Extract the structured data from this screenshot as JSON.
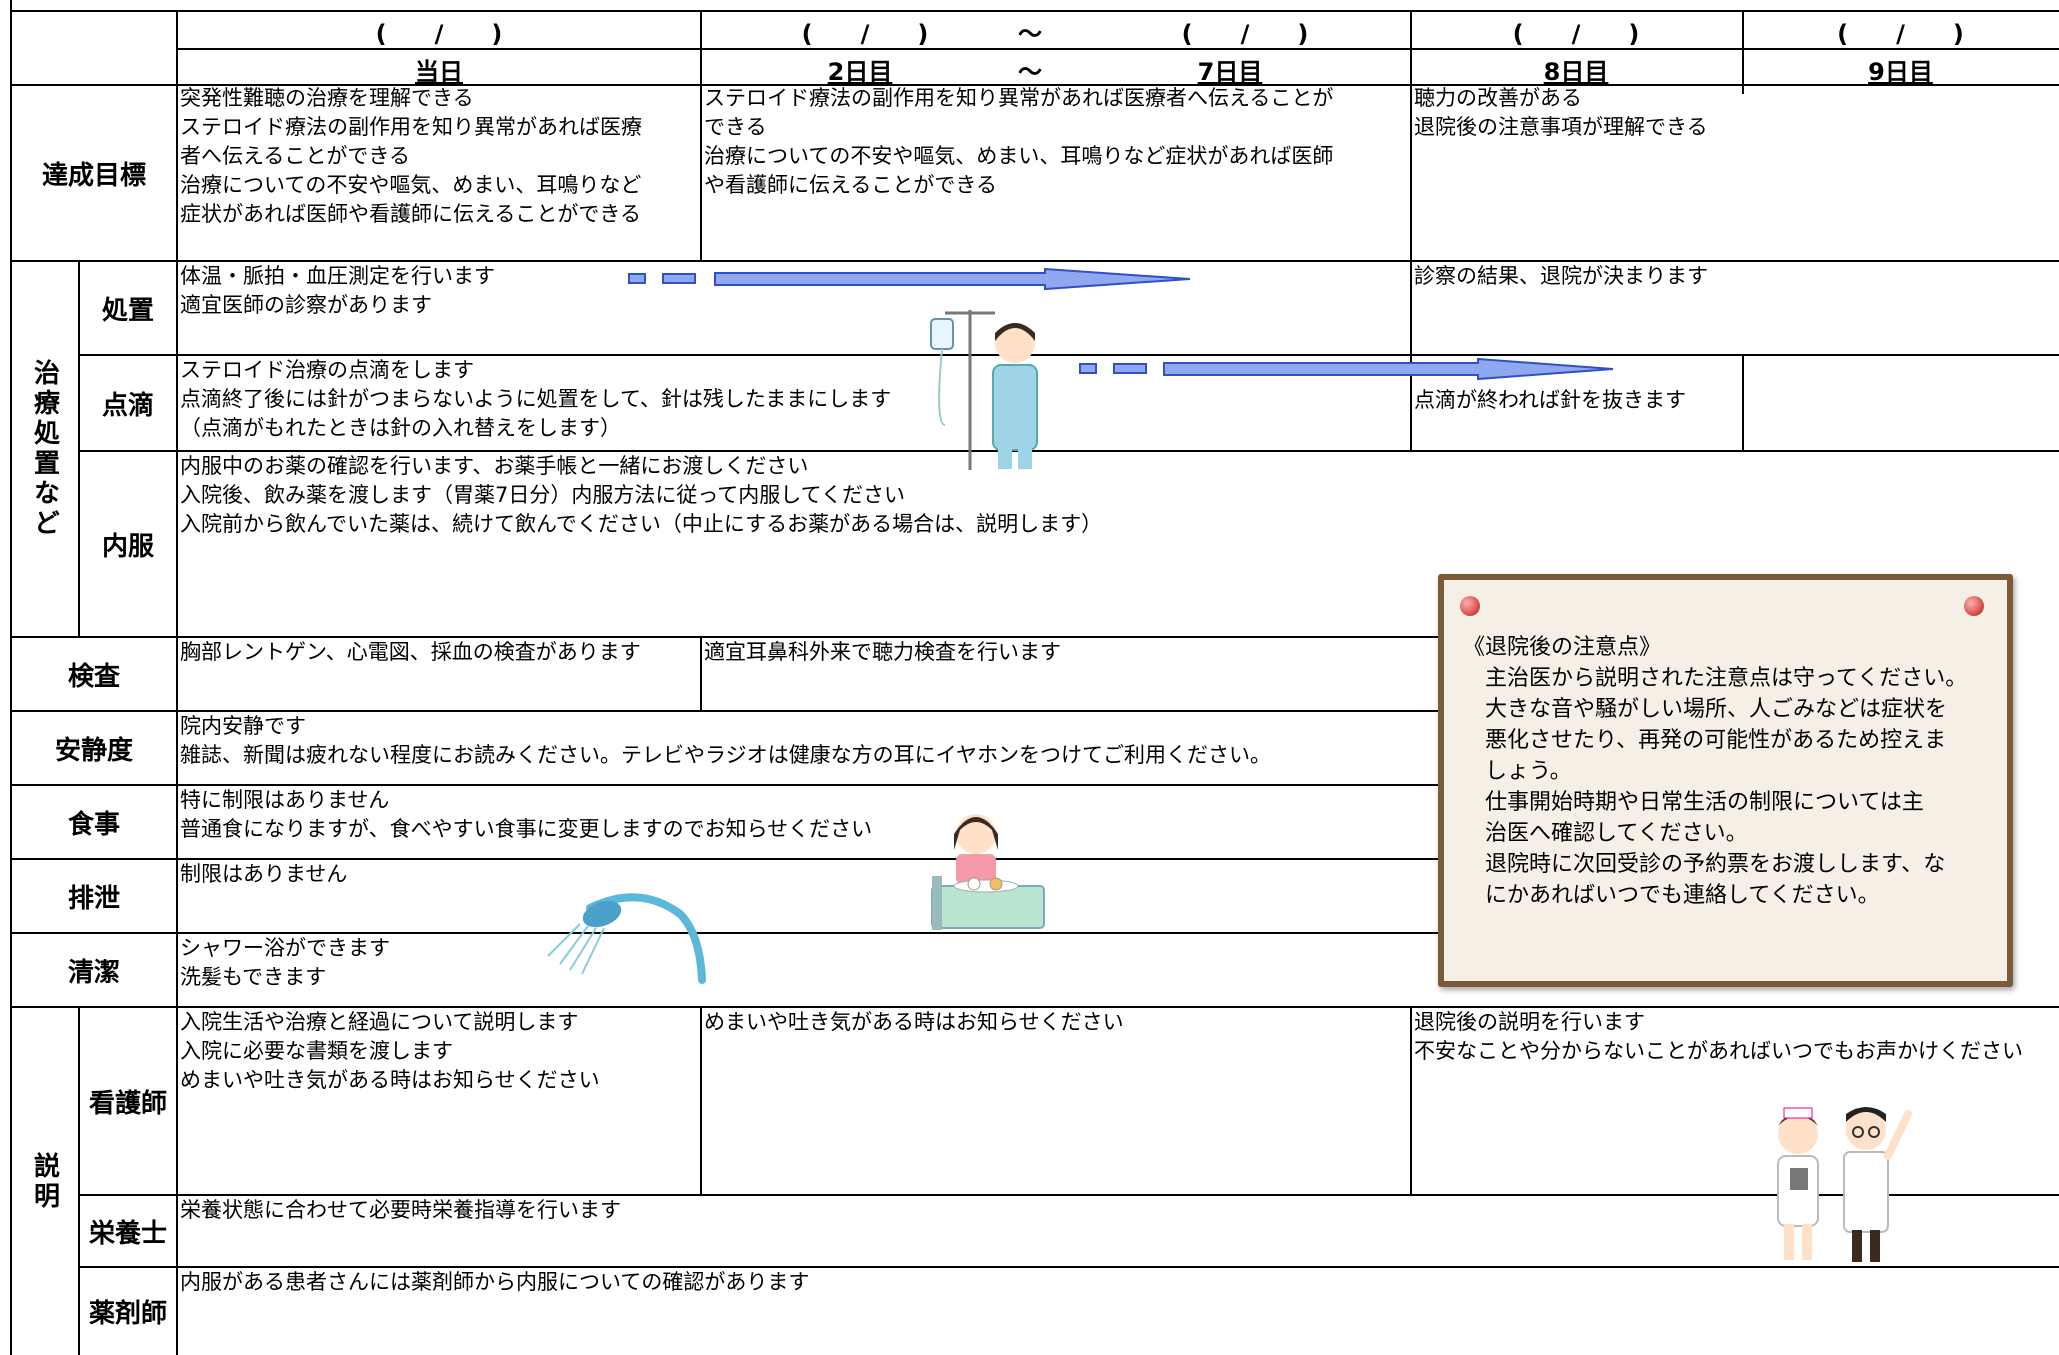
{
  "header": {
    "date_placeholders": [
      "(　　/　　)",
      "(　　/　　)",
      "～",
      "(　　/　　)",
      "(　　/　　)",
      "(　　/　　)"
    ],
    "days": {
      "day1": "当日",
      "day2": "2日目",
      "tilde": "～",
      "day7": "7日目",
      "day8": "8日目",
      "day9": "9日目"
    }
  },
  "rows": {
    "goal": {
      "label": "達成目標",
      "day1": "突発性難聴の治療を理解できる\nステロイド療法の副作用を知り異常があれば医療\n者へ伝えることができる\n治療についての不安や嘔気、めまい、耳鳴りなど\n症状があれば医師や看護師に伝えることができる",
      "day2": "ステロイド療法の副作用を知り異常があれば医療者へ伝えることが\nできる\n治療についての不安や嘔気、めまい、耳鳴りなど症状があれば医師\nや看護師に伝えることができる",
      "day8": "聴力の改善がある\n退院後の注意事項が理解できる"
    },
    "treatment_group": "治療処置など",
    "procedure": {
      "label": "処置",
      "day1": "体温・脈拍・血圧測定を行います\n適宜医師の診察があります",
      "day8": "診察の結果、退院が決まります"
    },
    "drip": {
      "label": "点滴",
      "day1": "ステロイド治療の点滴をします\n点滴終了後には針がつまらないように処置をして、針は残したままにします\n（点滴がもれたときは針の入れ替えをします）",
      "day8": "点滴が終われば針を抜きます"
    },
    "oral": {
      "label": "内服",
      "day1": "内服中のお薬の確認を行います、お薬手帳と一緒にお渡しください\n入院後、飲み薬を渡します（胃薬7日分）内服方法に従って内服してください\n入院前から飲んでいた薬は、続けて飲んでください（中止にするお薬がある場合は、説明します）"
    },
    "exam": {
      "label": "検査",
      "day1": "胸部レントゲン、心電図、採血の検査があります",
      "day2": "適宜耳鼻科外来で聴力検査を行います"
    },
    "rest": {
      "label": "安静度",
      "day1": "院内安静です\n雑誌、新聞は疲れない程度にお読みください。テレビやラジオは健康な方の耳にイヤホンをつけてご利用ください。"
    },
    "meal": {
      "label": "食事",
      "day1": "特に制限はありません\n普通食になりますが、食べやすい食事に変更しますのでお知らせください"
    },
    "excretion": {
      "label": "排泄",
      "day1": "制限はありません"
    },
    "hygiene": {
      "label": "清潔",
      "day1": "シャワー浴ができます\n洗髪もできます"
    },
    "explain_group": "説明",
    "nurse": {
      "label": "看護師",
      "day1": "入院生活や治療と経過について説明します\n入院に必要な書類を渡します\nめまいや吐き気がある時はお知らせください",
      "day2": "めまいや吐き気がある時はお知らせください",
      "day8": "退院後の説明を行います\n不安なことや分からないことがあればいつでもお声かけください"
    },
    "dietitian": {
      "label": "栄養士",
      "day1": "栄養状態に合わせて必要時栄養指導を行います"
    },
    "pharmacist": {
      "label": "薬剤師",
      "day1": "内服がある患者さんには薬剤師から内服についての確認があります"
    }
  },
  "notice": {
    "text": "《退院後の注意点》\n　主治医から説明された注意点は守ってください。\n　大きな音や騒がしい場所、人ごみなどは症状を\n　悪化させたり、再発の可能性があるため控えま\n　しょう。\n　仕事開始時期や日常生活の制限については主\n　治医へ確認してください。\n　退院時に次回受診の予約票をお渡しします、な\n　にかあればいつでも連絡してください。"
  },
  "colors": {
    "arrow_fill": "#8fa8f0",
    "arrow_stroke": "#3050c8",
    "board": "#7b5a3a",
    "paper": "#f5efe6"
  },
  "icons": [
    "iv-patient-illustration",
    "meal-patient-illustration",
    "shower-head-illustration",
    "nurse-doctor-illustration",
    "push-pin-icon"
  ]
}
